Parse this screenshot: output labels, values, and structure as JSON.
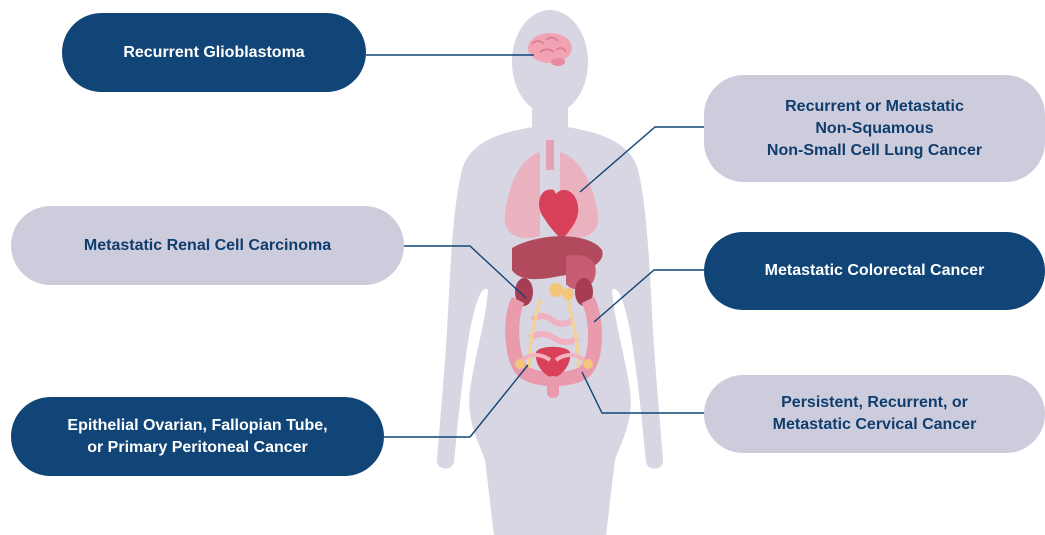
{
  "labels": {
    "glioblastoma": {
      "lines": [
        "Recurrent Glioblastoma"
      ]
    },
    "lung": {
      "lines": [
        "Recurrent or Metastatic",
        "Non-Squamous",
        "Non-Small Cell Lung Cancer"
      ]
    },
    "renal": {
      "lines": [
        "Metastatic Renal Cell Carcinoma"
      ]
    },
    "colorectal": {
      "lines": [
        "Metastatic Colorectal Cancer"
      ]
    },
    "ovarian": {
      "lines": [
        "Epithelial Ovarian, Fallopian Tube,",
        "or Primary Peritoneal Cancer"
      ]
    },
    "cervical": {
      "lines": [
        "Persistent, Recurrent, or",
        "Metastatic Cervical Cancer"
      ]
    }
  },
  "colors": {
    "dark_pill": "#114577",
    "light_pill": "#cdccdc",
    "dark_text": "#0f3d6d",
    "connector": "#114577",
    "silhouette": "#d7d6e2"
  }
}
